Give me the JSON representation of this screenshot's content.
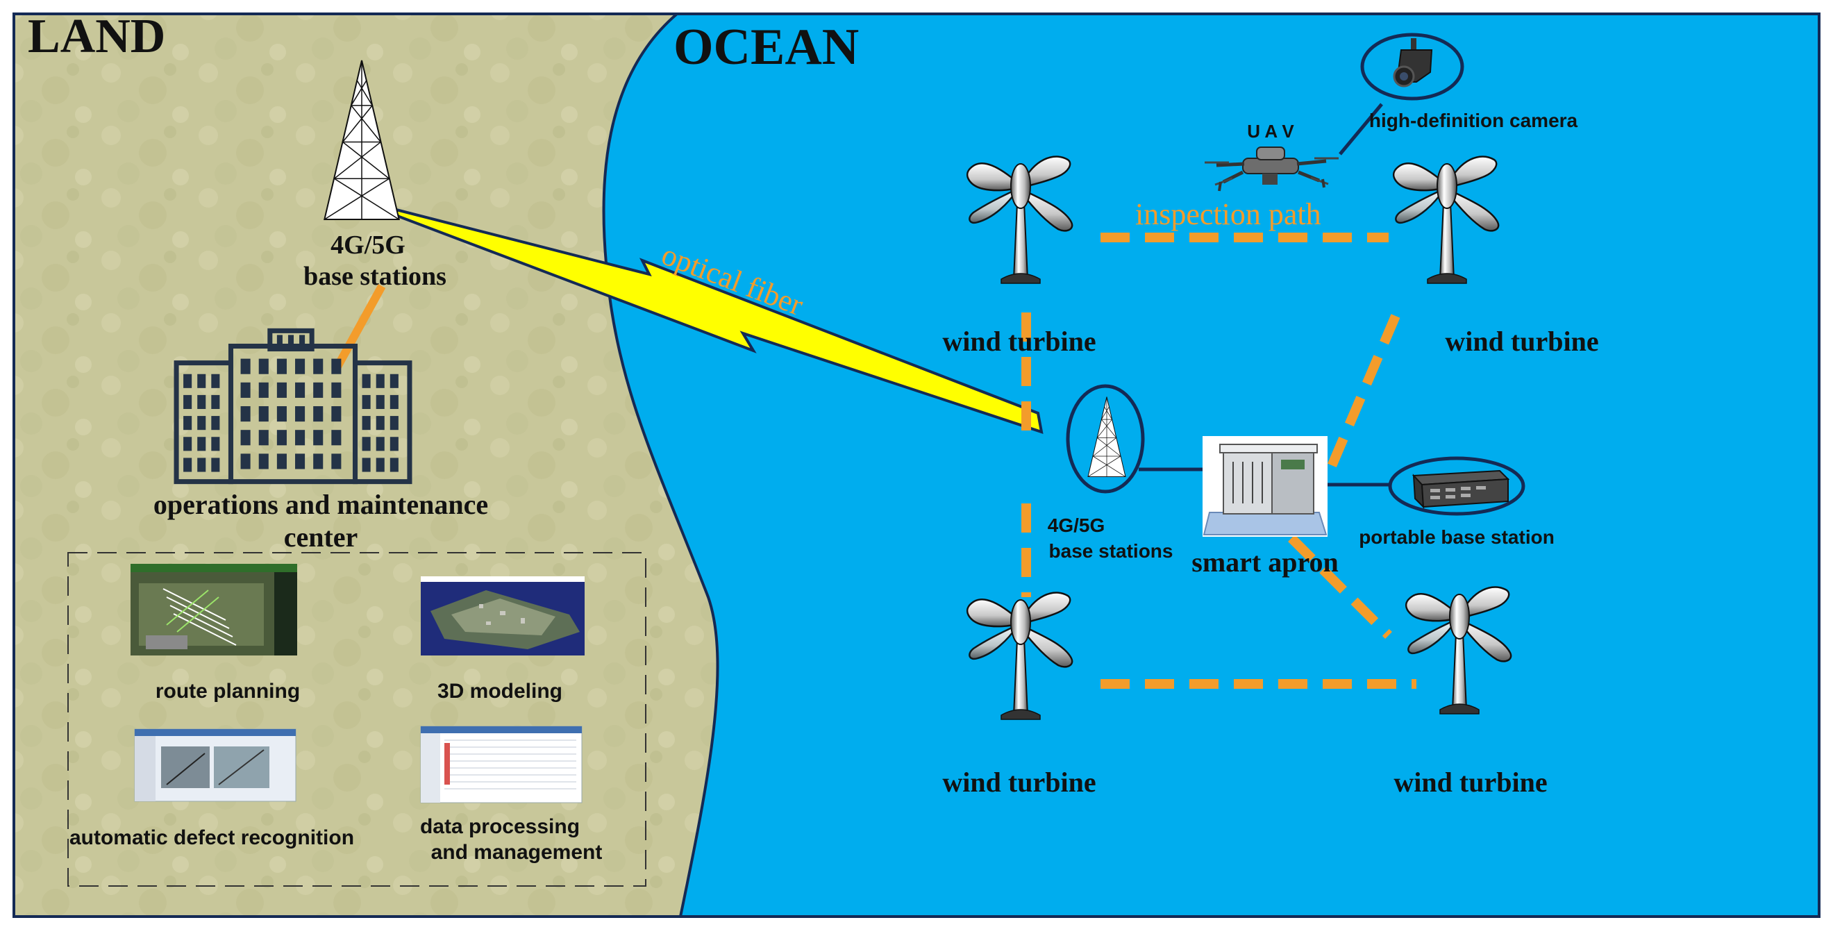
{
  "regions": {
    "land": "LAND",
    "ocean": "OCEAN"
  },
  "labels": {
    "land_base_station_line1": "4G/5G",
    "land_base_station_line2": "base stations",
    "ops_center_line1": "operations and maintenance",
    "ops_center_line2": "center",
    "optical_fiber": "optical fiber",
    "inspection_path": "inspection path",
    "uav": "U A V",
    "hd_camera": "high-definition camera",
    "wind_turbine_1": "wind turbine",
    "wind_turbine_2": "wind turbine",
    "wind_turbine_3": "wind turbine",
    "wind_turbine_4": "wind turbine",
    "ocean_base_station_line1": "4G/5G",
    "ocean_base_station_line2": "base stations",
    "smart_apron": "smart apron",
    "portable_base_station": "portable  base station"
  },
  "functions": [
    {
      "label": "route planning"
    },
    {
      "label": "3D modeling"
    },
    {
      "label": "automatic defect recognition"
    },
    {
      "label_line1": "data processing",
      "label_line2": "and management"
    }
  ],
  "colors": {
    "land": "#c8c79a",
    "ocean": "#00adee",
    "border": "#142a55",
    "path": "#f39c2b",
    "fiber_fill": "#ffff00",
    "building": "#243347"
  },
  "icons": {
    "tower": "lattice-tower-icon",
    "building": "office-building-icon",
    "turbine": "wind-turbine-icon",
    "uav": "drone-icon",
    "camera": "camera-icon",
    "apron": "smart-apron-icon",
    "portable": "portable-base-station-icon"
  }
}
